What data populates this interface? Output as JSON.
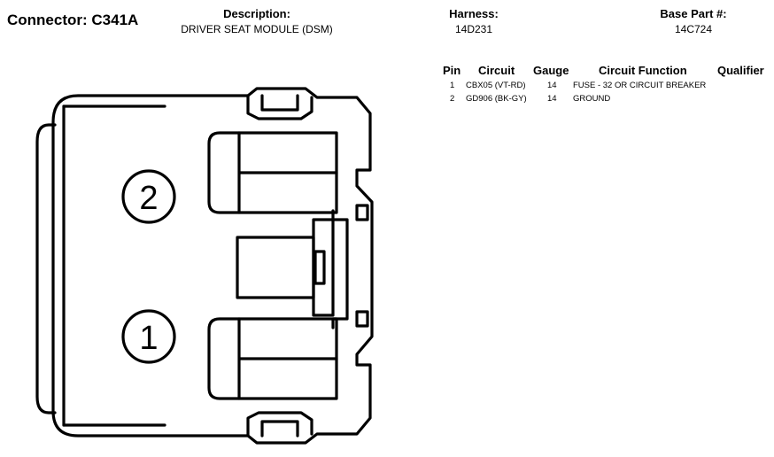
{
  "connector": {
    "label": "Connector:",
    "id": "C341A"
  },
  "description": {
    "label": "Description:",
    "value": "DRIVER SEAT MODULE (DSM)"
  },
  "harness": {
    "label": "Harness:",
    "value": "14D231"
  },
  "base_part": {
    "label": "Base Part #:",
    "value": "14C724"
  },
  "table": {
    "headers": {
      "pin": "Pin",
      "circuit": "Circuit",
      "gauge": "Gauge",
      "function": "Circuit Function",
      "qualifier": "Qualifier"
    },
    "rows": [
      {
        "pin": "1",
        "circuit": "CBX05 (VT-RD)",
        "gauge": "14",
        "function": "FUSE - 32 OR CIRCUIT BREAKER",
        "qualifier": ""
      },
      {
        "pin": "2",
        "circuit": "GD906 (BK-GY)",
        "gauge": "14",
        "function": "GROUND",
        "qualifier": ""
      }
    ]
  },
  "diagram": {
    "pin_labels": {
      "pin2": "2",
      "pin1": "1"
    }
  }
}
